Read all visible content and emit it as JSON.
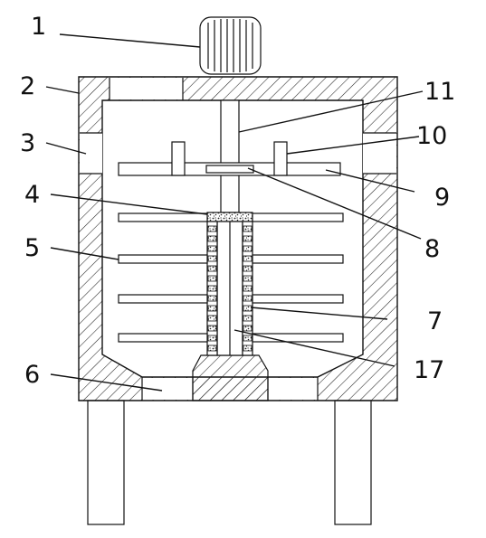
{
  "labels": [
    {
      "id": "1",
      "text": "1"
    },
    {
      "id": "2",
      "text": "2"
    },
    {
      "id": "3",
      "text": "3"
    },
    {
      "id": "4",
      "text": "4"
    },
    {
      "id": "5",
      "text": "5"
    },
    {
      "id": "6",
      "text": "6"
    },
    {
      "id": "7",
      "text": "7"
    },
    {
      "id": "8",
      "text": "8"
    },
    {
      "id": "9",
      "text": "9"
    },
    {
      "id": "10",
      "text": "10"
    },
    {
      "id": "11",
      "text": "11"
    },
    {
      "id": "17",
      "text": "17"
    }
  ],
  "colors": {
    "stroke": "#111111",
    "background": "#ffffff",
    "hatch": "#222222"
  }
}
